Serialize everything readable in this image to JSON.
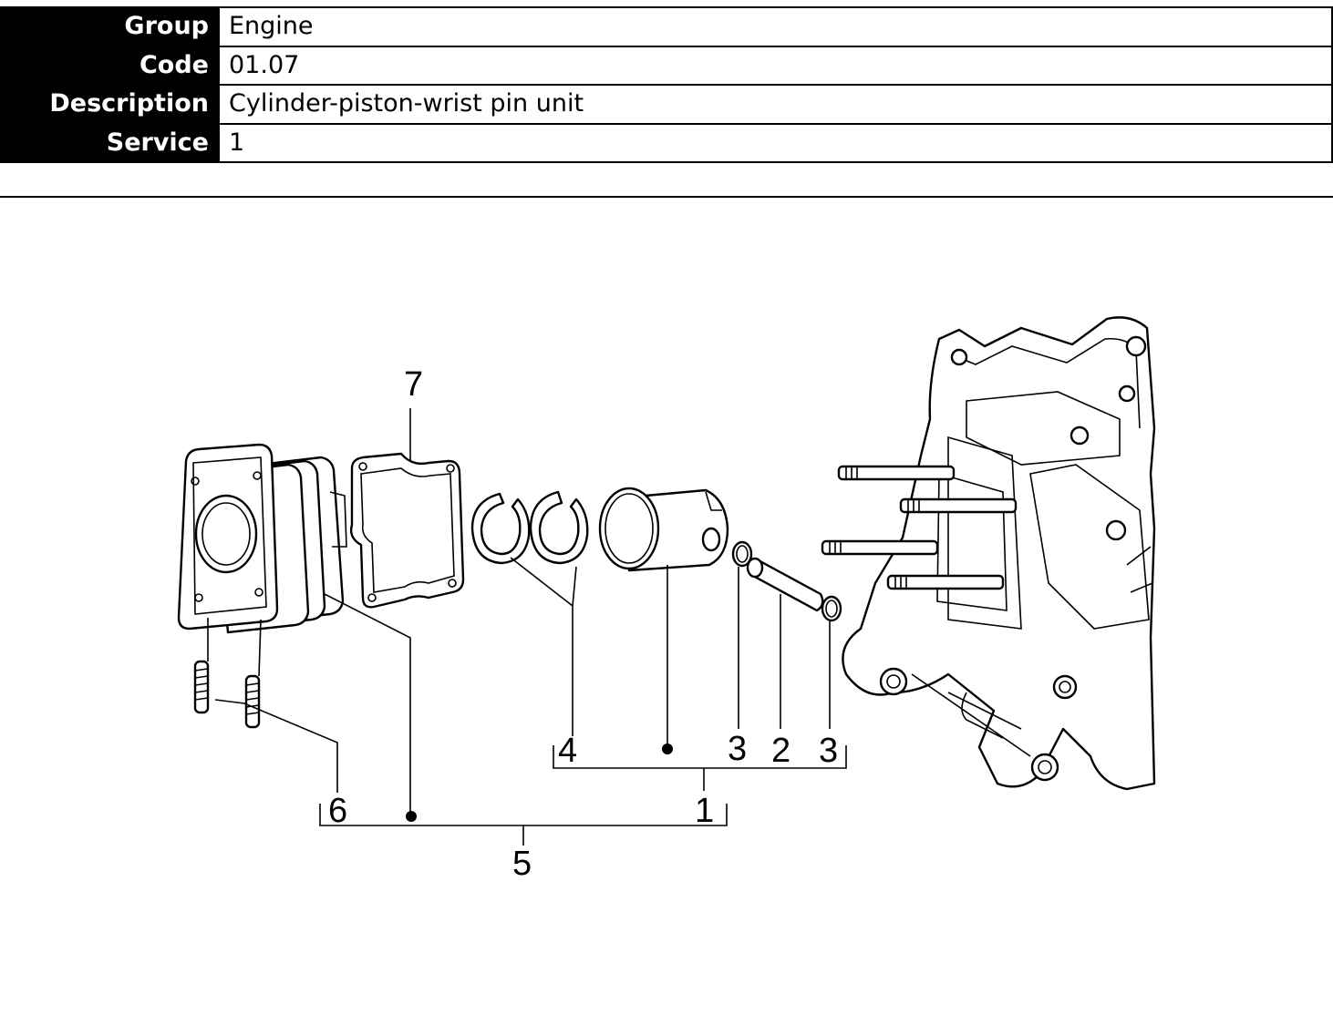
{
  "info": {
    "rows": [
      {
        "label": "Group",
        "value": "Engine"
      },
      {
        "label": "Code",
        "value": "01.07"
      },
      {
        "label": "Description",
        "value": "Cylinder-piston-wrist pin unit"
      },
      {
        "label": "Service",
        "value": "1"
      }
    ]
  },
  "diagram": {
    "callouts": {
      "c7": "7",
      "c4": "4",
      "c3a": "3",
      "c2": "2",
      "c3b": "3",
      "c1": "1",
      "c6": "6",
      "c5": "5"
    }
  }
}
